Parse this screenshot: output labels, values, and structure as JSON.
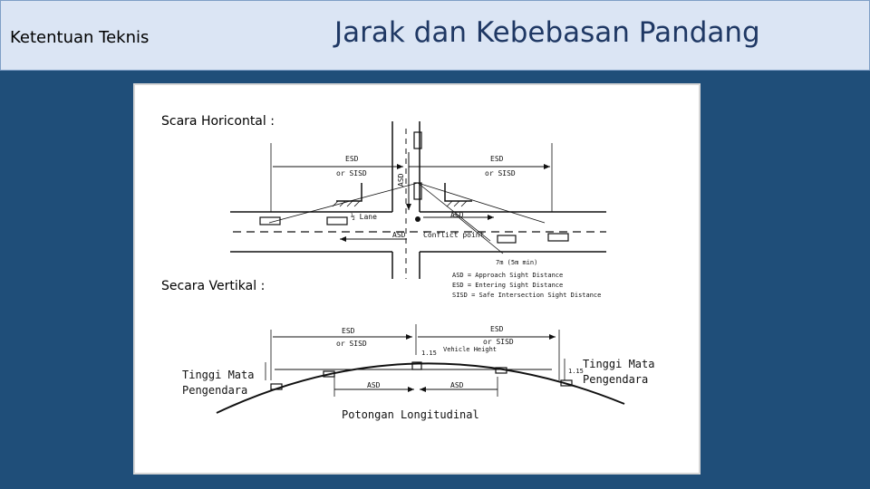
{
  "header": {
    "section_label": "Ketentuan Teknis",
    "title": "Jarak dan Kebebasan Pandang"
  },
  "figure": {
    "horizontal_caption": "Scara Horicontal :",
    "vertical_caption": "Secara Vertikal :",
    "plan": {
      "esd_left": "ESD",
      "or_sisd_left": "or SISD",
      "esd_right": "ESD",
      "or_sisd_right": "or SISD",
      "asd_vertical": "ASD",
      "lane": "½ Lane",
      "asd_right": "ASD",
      "asd_left": "ASD",
      "conflict_point": "Conflict point",
      "min_distance": "7m (5m min)"
    },
    "legend": [
      "ASD = Approach Sight Distance",
      "ESD = Entering Sight Distance",
      "SISD = Safe Intersection Sight Distance"
    ],
    "profile": {
      "esd_left": "ESD",
      "or_sisd_left": "or SISD",
      "esd_right": "ESD",
      "or_sisd_right": "or SISD",
      "vehicle_height_value": "1.15",
      "vehicle_height_label": "Vehicle Height",
      "eye_height_value": "1.15",
      "asd_left": "ASD",
      "asd_right": "ASD",
      "driver_eye_left": [
        "Tinggi Mata",
        "Pengendara"
      ],
      "driver_eye_right": [
        "Tinggi Mata",
        "Pengendara"
      ],
      "section_name": "Potongan Longitudinal"
    }
  }
}
